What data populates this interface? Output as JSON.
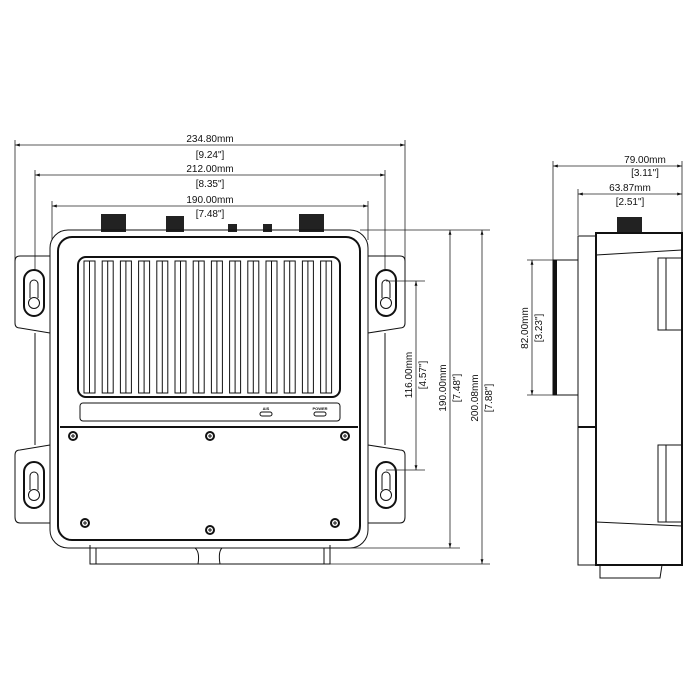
{
  "front_view": {
    "dimensions": {
      "overall_width": {
        "mm": "234.80mm",
        "in": "[9.24\"]"
      },
      "bracket_width": {
        "mm": "212.00mm",
        "in": "[8.35\"]"
      },
      "body_width": {
        "mm": "190.00mm",
        "in": "[7.48\"]"
      },
      "hole_spacing": {
        "mm": "116.00mm",
        "in": "[4.57\"]"
      },
      "body_height": {
        "mm": "190.00mm",
        "in": "[7.48\"]"
      },
      "overall_height": {
        "mm": "200.08mm",
        "in": "[7.88\"]"
      }
    },
    "indicators": [
      "AIS",
      "POWER"
    ]
  },
  "side_view": {
    "dimensions": {
      "overall_depth": {
        "mm": "79.00mm",
        "in": "[3.11\"]"
      },
      "body_depth": {
        "mm": "63.87mm",
        "in": "[2.51\"]"
      },
      "heatsink_height": {
        "mm": "82.00mm",
        "in": "[3.23\"]"
      }
    }
  },
  "colors": {
    "line": "#111111",
    "background": "#ffffff"
  }
}
